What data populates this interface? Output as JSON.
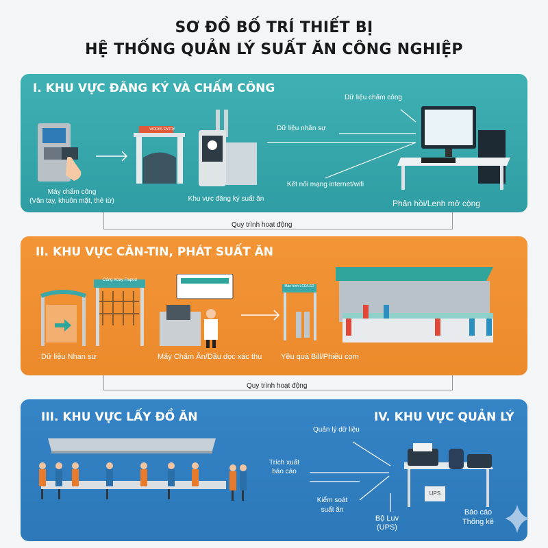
{
  "title": {
    "line1": "SƠ ĐỒ BỐ TRÍ THIẾT BỊ",
    "line2": "HỆ THỐNG QUẢN LÝ SUẤT ĂN CÔNG NGHIỆP"
  },
  "section1": {
    "heading": "I. KHU VỰC ĐĂNG KÝ VÀ CHẤM CÔNG",
    "labels": {
      "machine": "Máy chấm công",
      "machine_sub": "(Vân tay, khuôn mặt, thẻ từ)",
      "register_area": "Khu vực đăng ký suất ăn",
      "timekeeping_data": "Dữ liệu chấm công",
      "hr_data": "Dữ liệu nhân sự",
      "network": "Kết nối mạng internet/wifi",
      "feedback": "Phản hồi/Lenh mở cộng"
    },
    "gate_sign": "WORKS ENTRY"
  },
  "flow_label": "Quy trình hoạt động",
  "section2": {
    "heading": "II. KHU VỰC CĂN-TIN, PHÁT SUẤT ĂN",
    "labels": {
      "hr_data": "Dữ liệu Nhan sư",
      "meal_machine": "Mấy Chấm Ăn/Dầu dọc xác thụ",
      "bill": "Yều quá Bill/Phiếu com"
    },
    "signs": {
      "turnstile": "Cổng Xoay Flapod",
      "screen": "Màn hình LCD/LED"
    }
  },
  "section3": {
    "heading": "III. KHU VỰC LẤY ĐỒ ĂN"
  },
  "section4": {
    "heading": "IV. KHU VỰC QUẢN LÝ",
    "labels": {
      "data_mgmt": "Quản lý dữ liệu",
      "extract_1": "Trích xuất",
      "extract_2": "báo cáo",
      "control_1": "Kiểm soát",
      "control_2": "suất ăn",
      "ups_1": "Bộ Luv",
      "ups_2": "(UPS)",
      "report_1": "Báo cáo",
      "report_2": "Thống kê",
      "ups_box": "UPS"
    }
  },
  "colors": {
    "teal": "#34a6aa",
    "orange": "#ef8f33",
    "blue": "#3080c0"
  }
}
